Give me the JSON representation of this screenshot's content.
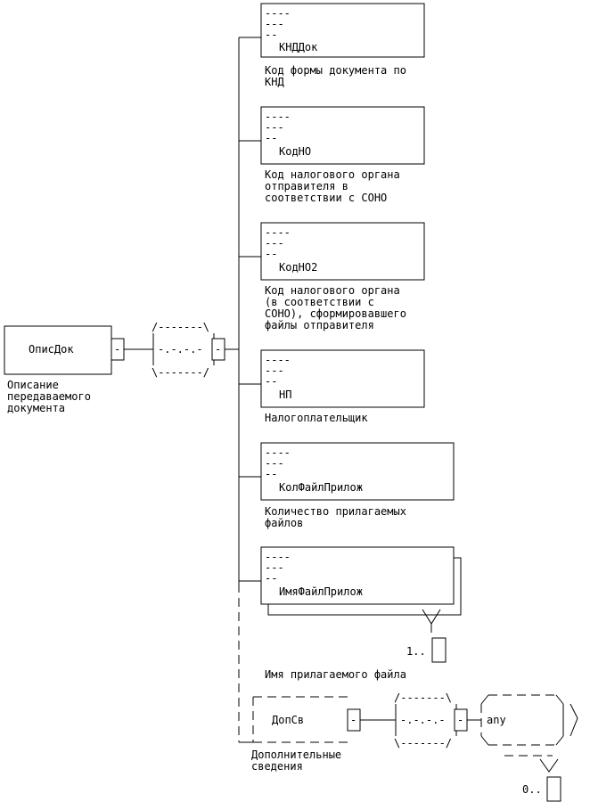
{
  "root": {
    "name": "ОписДок",
    "description": [
      "Описание",
      "передаваемого",
      "документа"
    ]
  },
  "sequence_symbol": {
    "top": "/-------\\",
    "middle": "-.-.-.-",
    "bottom": "\\-------/"
  },
  "element_marks": {
    "line1": "----",
    "line2": "---",
    "line3": "--",
    "connector": "-"
  },
  "children": [
    {
      "name": "КНДДок",
      "description": [
        "Код формы документа по",
        "КНД"
      ]
    },
    {
      "name": "КодНО",
      "description": [
        "Код налогового органа",
        "отправителя в",
        "соответствии с СОНО"
      ]
    },
    {
      "name": "КодНО2",
      "description": [
        "Код налогового органа",
        "(в соответствии с",
        "СОНО), сформировавшего",
        "файлы отправителя"
      ]
    },
    {
      "name": "НП",
      "description": [
        "Налогоплательщик"
      ]
    },
    {
      "name": "КолФайлПрилож",
      "description": [
        "Количество прилагаемых",
        "файлов"
      ]
    },
    {
      "name": "ИмяФайлПрилож",
      "description": [
        "Имя прилагаемого файла"
      ],
      "multiplicity": "1.."
    }
  ],
  "optional_child": {
    "name": "ДопСв",
    "description": [
      "Дополнительные",
      "сведения"
    ],
    "any_label": "any",
    "multiplicity": "0.."
  }
}
